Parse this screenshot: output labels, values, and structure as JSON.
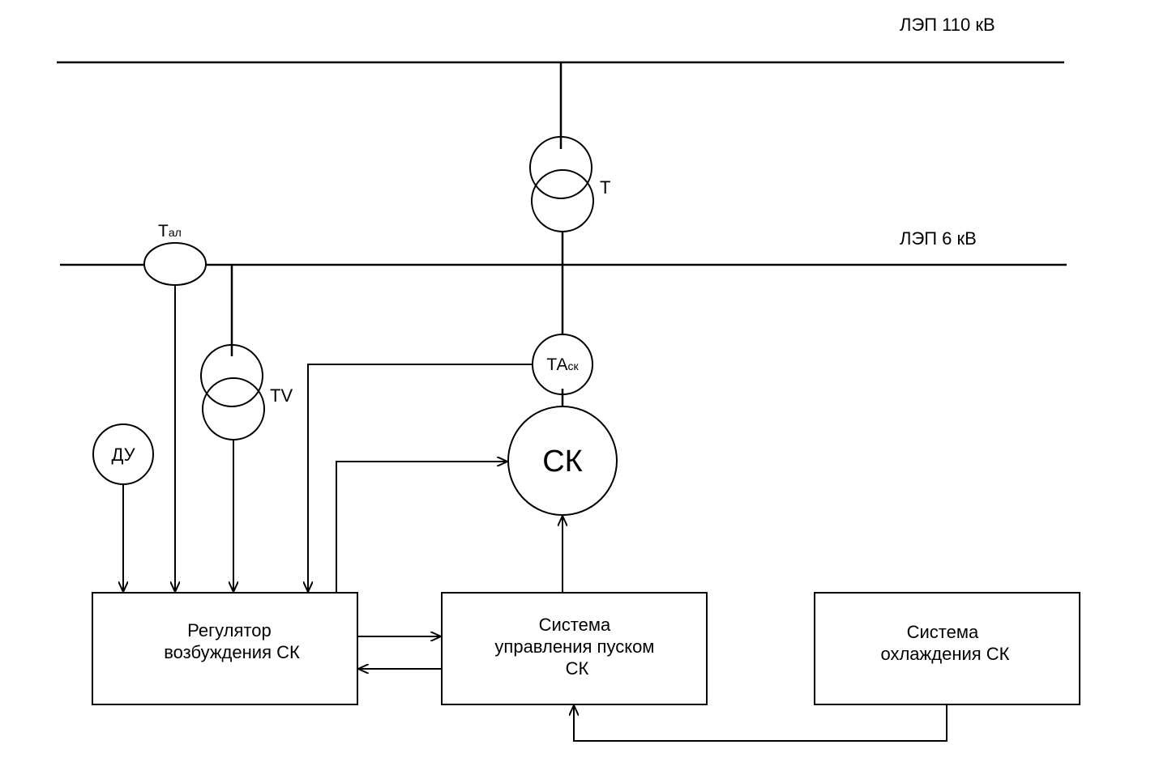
{
  "buses": {
    "hv_label": "ЛЭП 110 кВ",
    "lv_label": "ЛЭП 6 кВ"
  },
  "components": {
    "transformer": "Т",
    "current_transformer": {
      "main": "Т",
      "sub": "ал"
    },
    "voltage_transformer": "TV",
    "generator_ct": {
      "main": "ТА",
      "sub": "ск"
    },
    "remote_control": "ДУ",
    "synchronous_compensator": "СК"
  },
  "blocks": {
    "excitation_regulator": [
      "Регулятор",
      "возбуждения СК"
    ],
    "start_control": [
      "Система",
      "управления пуском",
      "СК"
    ],
    "cooling": [
      "Система",
      "охлаждения СК"
    ]
  }
}
